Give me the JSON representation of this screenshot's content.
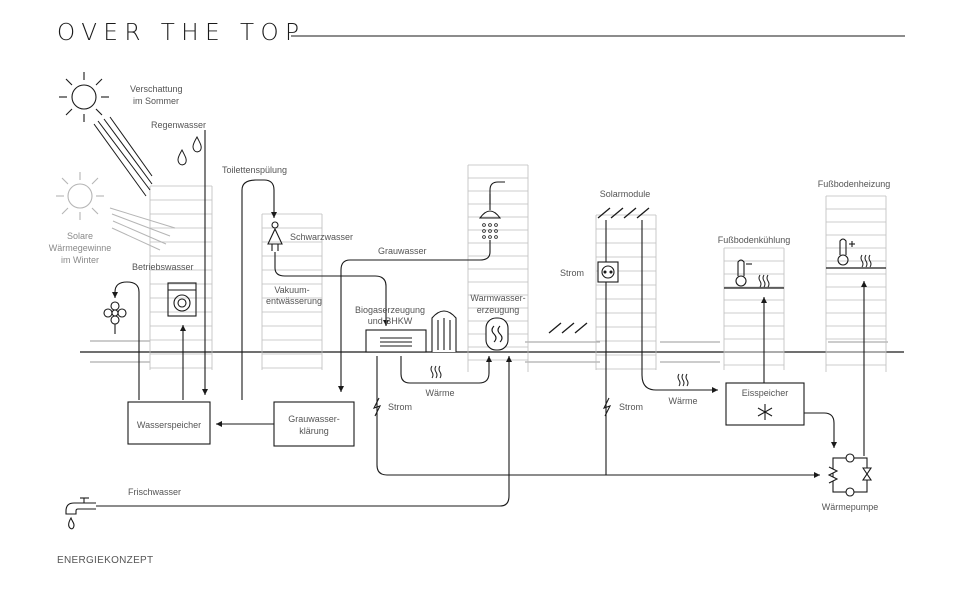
{
  "header": {
    "title": "OVER THE TOP"
  },
  "footer": {
    "caption": "ENERGIEKONZEPT"
  },
  "colors": {
    "line": "#1a1a1a",
    "facade": "#bdbdbd",
    "sun_faded": "#b5b5b5",
    "text": "#555555",
    "text_faded": "#8a8a8a"
  },
  "labels": {
    "shading_summer": [
      "Verschattung",
      "im Sommer"
    ],
    "rainwater": "Regenwasser",
    "solar_gain_winter": [
      "Solare",
      "Wärmegewinne",
      "im Winter"
    ],
    "toilet_flush": "Toilettenspülung",
    "blackwater": "Schwarzwasser",
    "service_water": "Betriebswasser",
    "vacuum_drainage": [
      "Vakuum-",
      "entwässerung"
    ],
    "greywater": "Grauwasser",
    "biogas": [
      "Biogaserzeugung",
      "und BHKW"
    ],
    "hot_water": [
      "Warmwasser-",
      "erzeugung"
    ],
    "heat_bhkw": "Wärme",
    "power_bhkw": "Strom",
    "water_storage": "Wasserspeicher",
    "greywater_treatment": [
      "Grauwasser-",
      "klärung"
    ],
    "fresh_water": "Frischwasser",
    "solar_modules": "Solarmodule",
    "power_socket": "Strom",
    "power_solar": "Strom",
    "heat_ice": "Wärme",
    "floor_cooling": "Fußbodenkühlung",
    "floor_heating": "Fußbodenheizung",
    "ice_storage": "Eisspeicher",
    "heat_pump": "Wärmepumpe"
  },
  "icons": [
    "sun-icon",
    "sun-faded-icon",
    "rain-drop-icon",
    "person-icon",
    "washing-machine-icon",
    "flower-icon",
    "shower-icon",
    "biogas-tank-icon",
    "silo-icon",
    "boiler-icon",
    "heat-waves-icon",
    "lightning-icon",
    "socket-icon",
    "solar-panel-icon",
    "thermometer-icon",
    "snowflake-icon",
    "heat-pump-icon",
    "faucet-icon"
  ]
}
